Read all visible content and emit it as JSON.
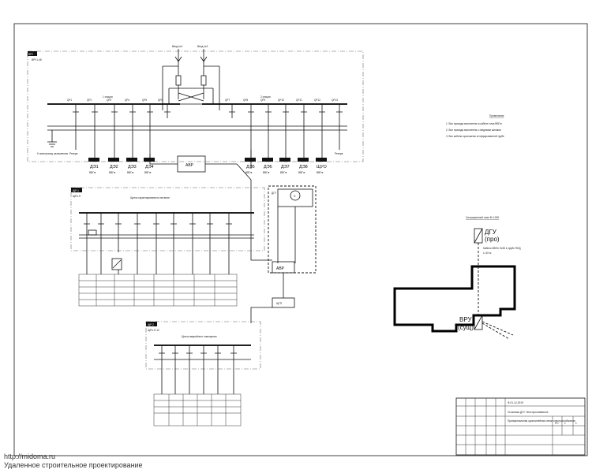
{
  "main_panel": {
    "tag": "ВРУ",
    "model": "ВРУ1-48"
  },
  "main_panel_sections": {
    "left": "1 секция",
    "right": "2 секция"
  },
  "inputs": [
    "Ввод №1",
    "Ввод №2"
  ],
  "main_feeders_left": [
    {
      "tag": "ДЭ1",
      "cable": "ВВГнг"
    },
    {
      "tag": "ДЭ2",
      "cable": "ВВГнг"
    },
    {
      "tag": "ДЭ3",
      "cable": "ВВГнг"
    },
    {
      "tag": "ДЭ4",
      "cable": "ВВГнг"
    }
  ],
  "main_feeders_right": [
    {
      "tag": "ДЭ5",
      "cable": "ВВГнг"
    },
    {
      "tag": "ДЭ6",
      "cable": "ВВГнг"
    },
    {
      "tag": "ДЭ7",
      "cable": "ВВГнг"
    },
    {
      "tag": "ДЭ8",
      "cable": "ВВГнг"
    },
    {
      "tag": "ЩУО",
      "cable": "ВВГнг"
    }
  ],
  "reserve_labels": [
    "Резерв",
    "Резерв"
  ],
  "ground_note": "К повторному заземлению",
  "avr_label": "АВР",
  "dgu_label": "ДГУ",
  "sub_panel_1": {
    "tag": "ЩР-1",
    "model": "ЩРн-П",
    "title": "Щиток гарантированного питания"
  },
  "sub_panel_2": {
    "tag": "ЩР-2",
    "model": "ЩРн-П-12",
    "title": "Щиток аварийного освещения"
  },
  "notes": {
    "title": "Примечания",
    "items": [
      "1. Все провода выполнены в кабеле типа ВВГнг",
      "2. Все провода выполнены с медными жилами",
      "3. Все кабели проложены в гофрированной трубе"
    ]
  },
  "site_plan": {
    "caption": "Ситуационный план М 1:500",
    "dgu": {
      "name": "ДГУ",
      "status": "(про)"
    },
    "vru": {
      "name": "ВРУ",
      "status": "(сущ)"
    },
    "cable_note": "Кабель ВВГнг 5х35 в трубе ПНД",
    "cable_note_2": "L=10 м"
  },
  "stamp": {
    "code": "Ф-01-12-2019",
    "project": "Установка ДГУ. Электроснабжение",
    "sheet_title": "Принципиальная однолинейная схема электроснабжения",
    "stage": "РП",
    "sheet": "1",
    "sheets": "1"
  },
  "footer": {
    "url": "http://midoma.ru",
    "tagline": "Удаленное строительное проектирование"
  }
}
